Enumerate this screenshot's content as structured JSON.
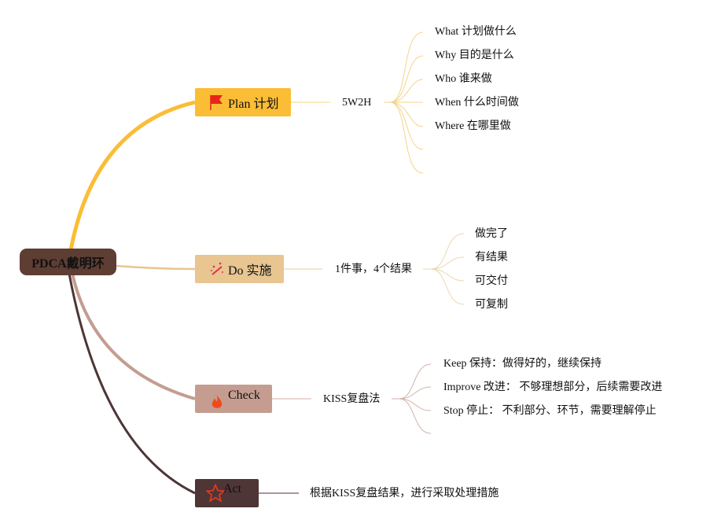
{
  "root": {
    "label": "PDCA戴明环"
  },
  "colors": {
    "plan": "#fbbd35",
    "do": "#e8c591",
    "check": "#c49d90",
    "act": "#4e3536",
    "root": "#5e3d33"
  },
  "branches": {
    "plan": {
      "label": "Plan 计划",
      "icon": "flag-icon",
      "sub": "5W2H",
      "leaves": [
        "What 计划做什么",
        "Why 目的是什么",
        "Who 谁来做",
        "When 什么时间做",
        "Where 在哪里做"
      ]
    },
    "do": {
      "label": "Do 实施",
      "icon": "magic-wand-icon",
      "sub": "1件事，4个结果",
      "leaves": [
        "做完了",
        "有结果",
        "可交付",
        "可复制"
      ]
    },
    "check": {
      "label": "Check",
      "icon": "fire-icon",
      "sub": "KISS复盘法",
      "leaves": [
        "Keep 保持：做得好的，继续保持",
        "Improve 改进： 不够理想部分，后续需要改进",
        "Stop 停止： 不利部分、环节，需要理解停止"
      ]
    },
    "act": {
      "label": "Act",
      "icon": "star-icon",
      "sub": "根据KISS复盘结果，进行采取处理措施"
    }
  }
}
